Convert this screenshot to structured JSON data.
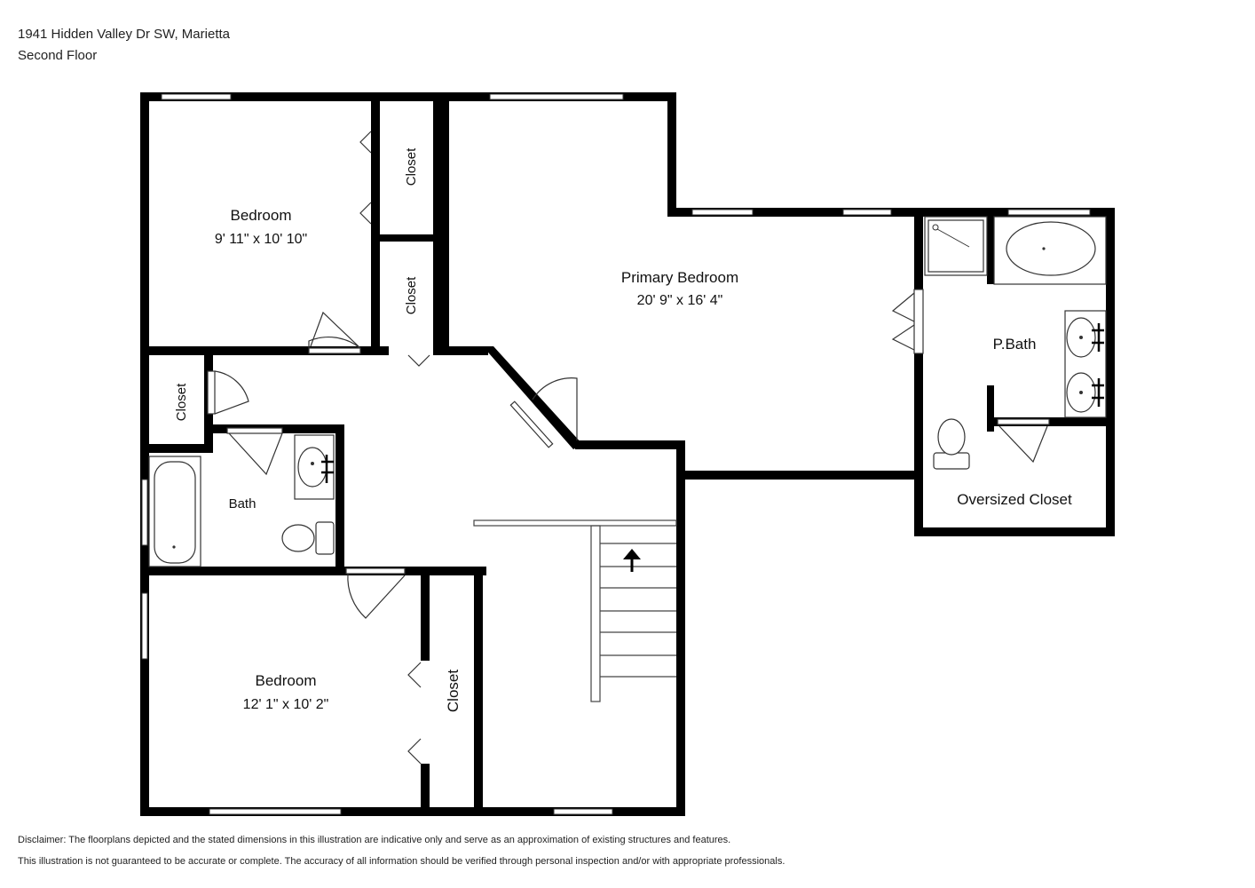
{
  "header": {
    "address": "1941 Hidden Valley Dr SW, Marietta",
    "floor": "Second Floor"
  },
  "rooms": {
    "bedroom_top": {
      "name": "Bedroom",
      "dims": "9' 11\" x 10' 10\""
    },
    "primary": {
      "name": "Primary Bedroom",
      "dims": "20' 9\" x 16' 4\""
    },
    "pbath": {
      "name": "P.Bath"
    },
    "oversized_closet": {
      "name": "Oversized Closet"
    },
    "bath": {
      "name": "Bath"
    },
    "bedroom_bottom": {
      "name": "Bedroom",
      "dims": "12' 1\" x 10' 2\""
    },
    "closet_1": {
      "name": "Closet"
    },
    "closet_2": {
      "name": "Closet"
    },
    "closet_3": {
      "name": "Closet"
    },
    "closet_4": {
      "name": "Closet"
    }
  },
  "disclaimer": {
    "line1": "Disclaimer: The floorplans depicted and the stated dimensions in this illustration are indicative only and serve as an approximation of existing structures and features.",
    "line2": "This illustration is not guaranteed to be accurate or complete. The accuracy of all information should be verified through personal inspection and/or with appropriate professionals."
  },
  "icons": {
    "stair_direction": "arrow-up-icon"
  }
}
